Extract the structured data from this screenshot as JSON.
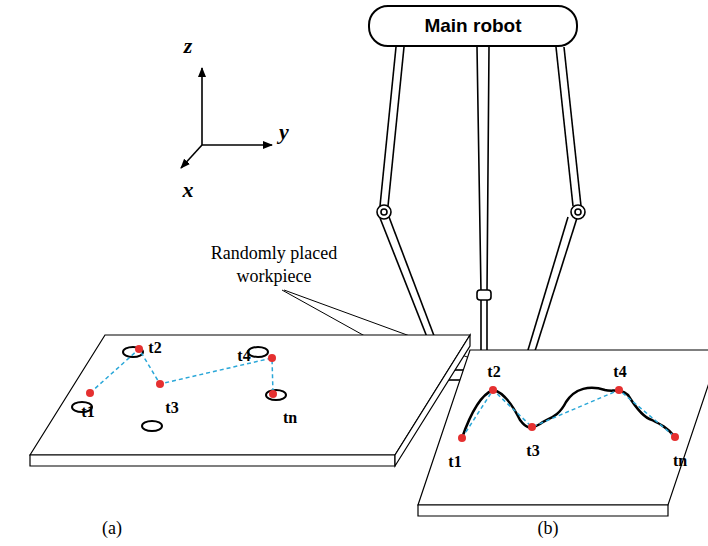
{
  "diagram": {
    "nodes": [
      {
        "text": [
          "Main robot"
        ]
      }
    ],
    "labels": [
      "z",
      "y",
      "x",
      "Randomly placed workpiece",
      "t1",
      "t2",
      "t3",
      "t4",
      "tn",
      "t1",
      "t2",
      "t3",
      "t4",
      "tn",
      "(a)",
      "(b)"
    ]
  }
}
